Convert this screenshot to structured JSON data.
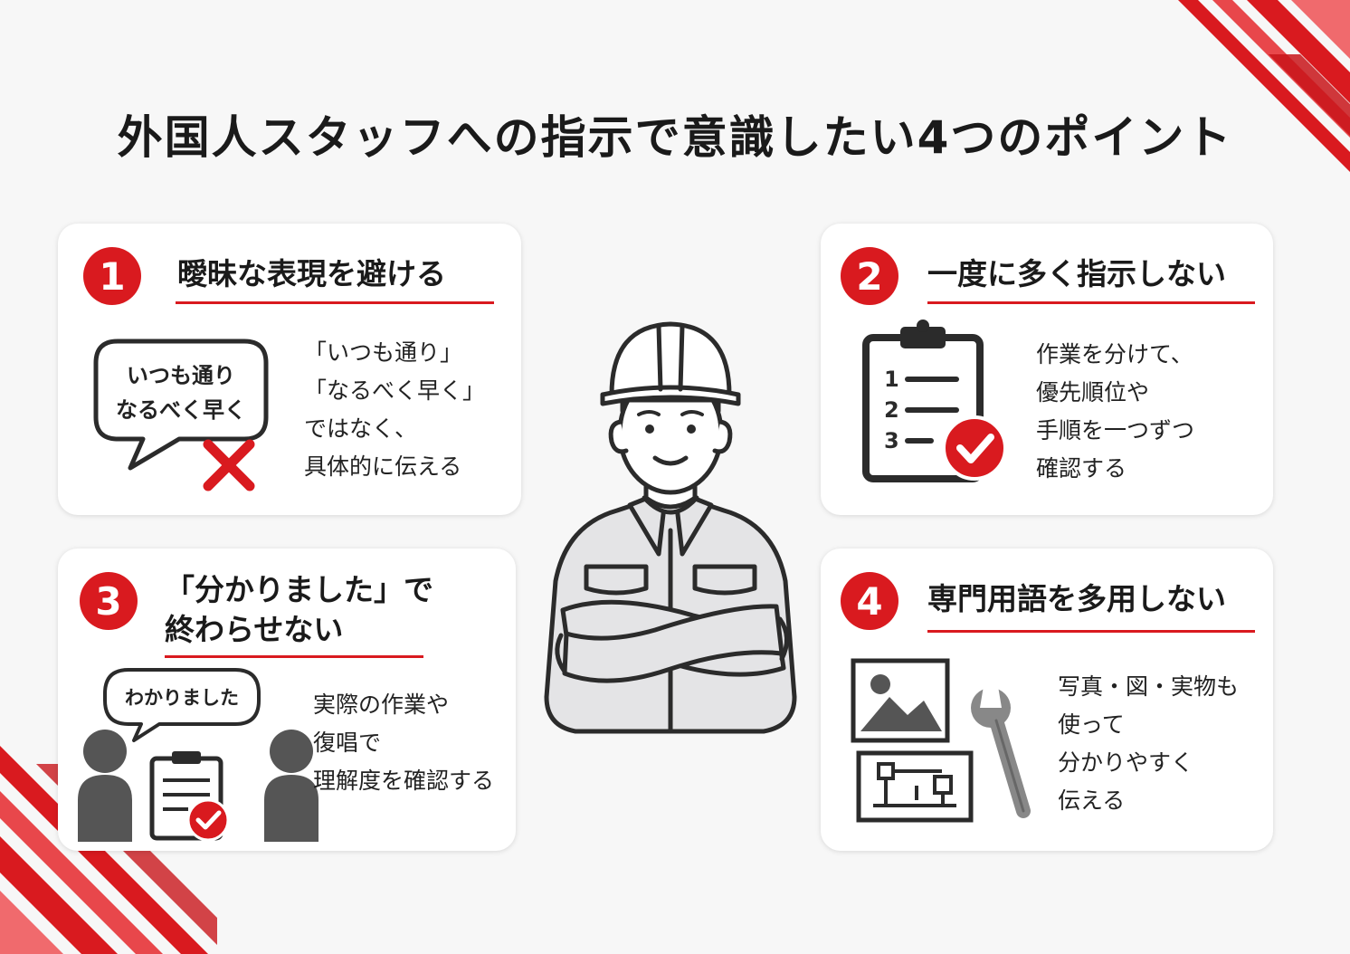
{
  "title": "外国人スタッフへの指示で意識したい4つのポイント",
  "colors": {
    "accent": "#d91a1f",
    "dark": "#2b2b2b",
    "gray": "#555555",
    "background": "#f7f7f7",
    "card": "#ffffff"
  },
  "points": [
    {
      "number": "1",
      "title_lines": [
        "曖昧な表現を避ける"
      ],
      "bubble_lines": [
        "いつも通り",
        "なるべく早く"
      ],
      "body_lines": [
        "「いつも通り」",
        "「なるべく早く」",
        "ではなく、",
        "具体的に伝える"
      ],
      "icons": [
        "speech-bubble-icon",
        "cross-mark-icon"
      ]
    },
    {
      "number": "2",
      "title_lines": [
        "一度に多く指示しない"
      ],
      "list_numbers": [
        "1",
        "2",
        "3"
      ],
      "body_lines": [
        "作業を分けて、",
        "優先順位や",
        "手順を一つずつ",
        "確認する"
      ],
      "icons": [
        "clipboard-icon",
        "check-circle-icon"
      ]
    },
    {
      "number": "3",
      "title_lines": [
        "「分かりました」で",
        "終わらせない"
      ],
      "bubble_lines": [
        "わかりました"
      ],
      "body_lines": [
        "実際の作業や",
        "復唱で",
        "理解度を確認する"
      ],
      "icons": [
        "speech-bubble-icon",
        "person-icon",
        "clipboard-check-icon"
      ]
    },
    {
      "number": "4",
      "title_lines": [
        "専門用語を多用しない"
      ],
      "body_lines": [
        "写真・図・実物も",
        "使って",
        "分かりやすく",
        "伝える"
      ],
      "icons": [
        "photo-icon",
        "diagram-icon",
        "wrench-icon"
      ]
    }
  ],
  "worker_icon": "construction-worker-icon"
}
